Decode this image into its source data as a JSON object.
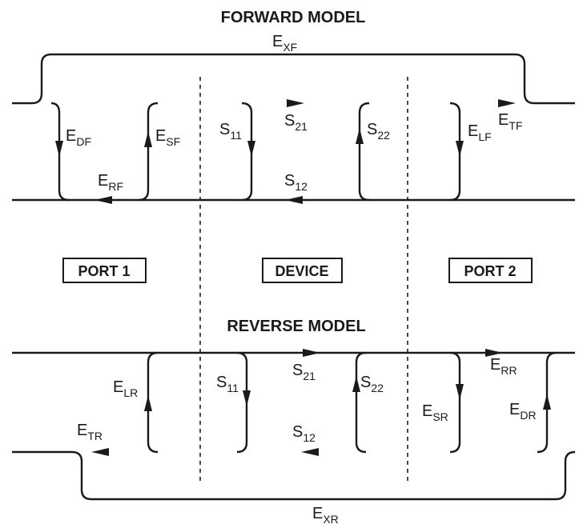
{
  "forward": {
    "title": "FORWARD MODEL",
    "labels": {
      "exf": {
        "main": "E",
        "sub": "XF"
      },
      "edf": {
        "main": "E",
        "sub": "DF"
      },
      "erf": {
        "main": "E",
        "sub": "RF"
      },
      "esf": {
        "main": "E",
        "sub": "SF"
      },
      "s11": {
        "main": "S",
        "sub": "11"
      },
      "s21": {
        "main": "S",
        "sub": "21"
      },
      "s12": {
        "main": "S",
        "sub": "12"
      },
      "s22": {
        "main": "S",
        "sub": "22"
      },
      "elf": {
        "main": "E",
        "sub": "LF"
      },
      "etf": {
        "main": "E",
        "sub": "TF"
      }
    }
  },
  "sections": {
    "port1": "PORT 1",
    "device": "DEVICE",
    "port2": "PORT 2"
  },
  "reverse": {
    "title": "REVERSE MODEL",
    "labels": {
      "elr": {
        "main": "E",
        "sub": "LR"
      },
      "etr": {
        "main": "E",
        "sub": "TR"
      },
      "s11": {
        "main": "S",
        "sub": "11"
      },
      "s21": {
        "main": "S",
        "sub": "21"
      },
      "s12": {
        "main": "S",
        "sub": "12"
      },
      "s22": {
        "main": "S",
        "sub": "22"
      },
      "err": {
        "main": "E",
        "sub": "RR"
      },
      "esr": {
        "main": "E",
        "sub": "SR"
      },
      "edr": {
        "main": "E",
        "sub": "DR"
      },
      "exr": {
        "main": "E",
        "sub": "XR"
      }
    }
  }
}
